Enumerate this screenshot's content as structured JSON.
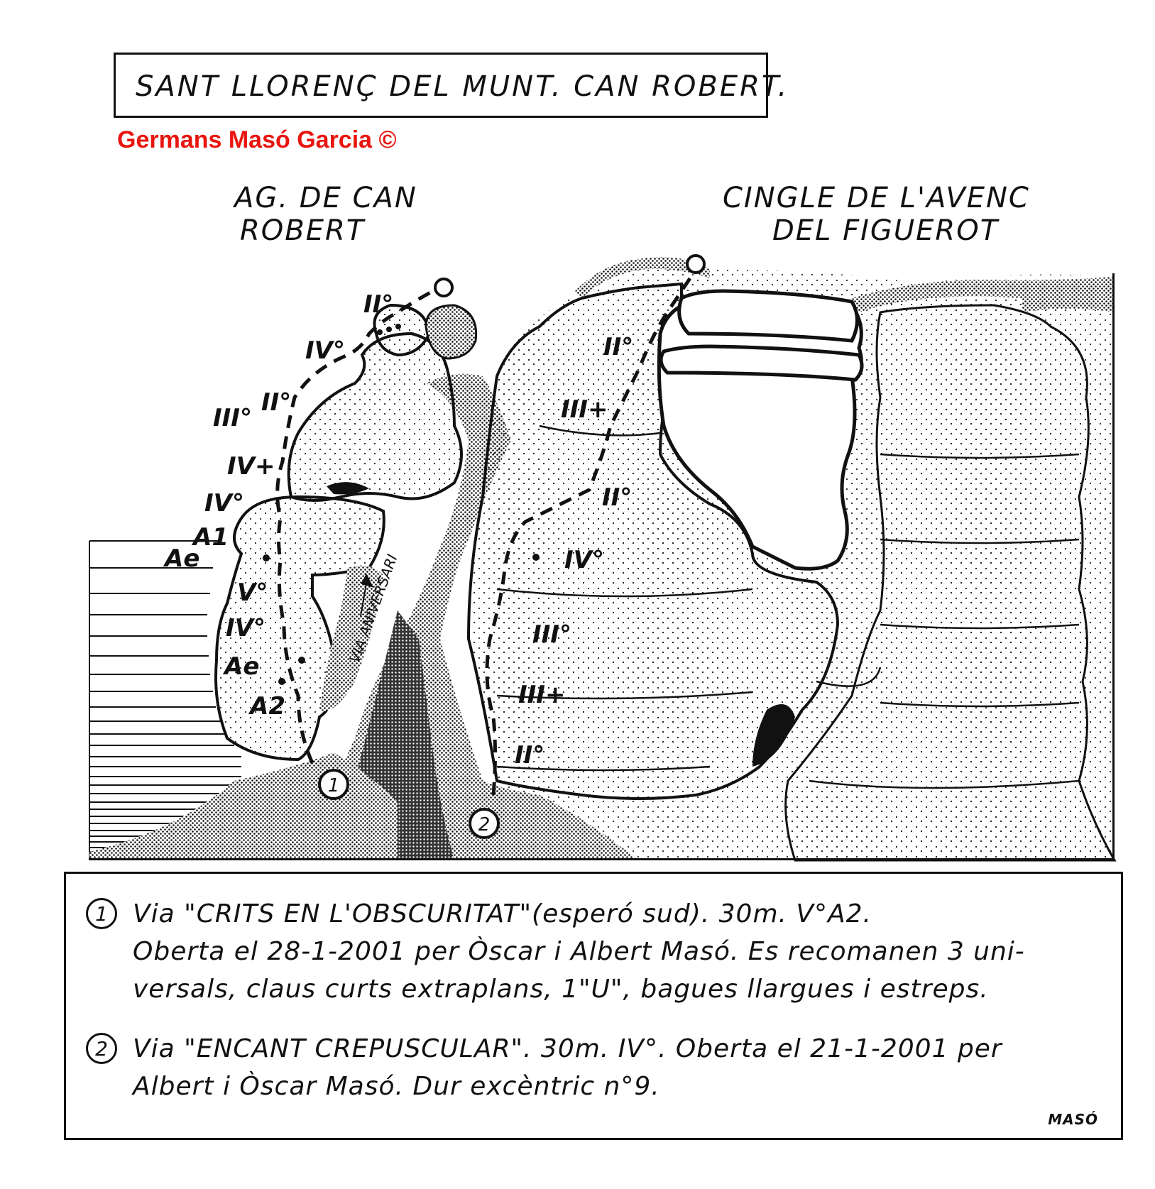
{
  "header": {
    "title": "SANT LLORENÇ DEL MUNT. CAN ROBERT.",
    "credit": "Germans Masó Garcia ©"
  },
  "peaks": {
    "left": [
      "AG. DE CAN",
      "ROBERT"
    ],
    "right": [
      "CINGLE DE L'AVENC",
      "DEL FIGUEROT"
    ]
  },
  "diagram": {
    "side_label": "VIA ANIVERSARI",
    "route1_grades": [
      "II°",
      "IV°",
      "II°",
      "III°",
      "IV+",
      "IV°",
      "A1",
      "Ae",
      "V°",
      "IV°",
      "Ae",
      "A2"
    ],
    "route2_grades": [
      "II°",
      "III+",
      "II°",
      "IV°",
      "III°",
      "III+",
      "II°"
    ],
    "route1_marker": "1",
    "route2_marker": "2"
  },
  "legend": {
    "routes": [
      {
        "number": "1",
        "lines": [
          "Via \"CRITS EN L'OBSCURITAT\"(esperó sud). 30m. V°A2.",
          "Oberta el 28-1-2001 per Òscar i Albert Masó. Es recomanen 3 uni-",
          "versals, claus curts extraplans, 1\"U\", bagues llargues i estreps."
        ]
      },
      {
        "number": "2",
        "lines": [
          "Via \"ENCANT CREPUSCULAR\". 30m. IV°. Oberta el 21-1-2001 per",
          "Albert i Òscar Masó. Dur excèntric n°9."
        ]
      }
    ],
    "signature": "MASÓ"
  }
}
